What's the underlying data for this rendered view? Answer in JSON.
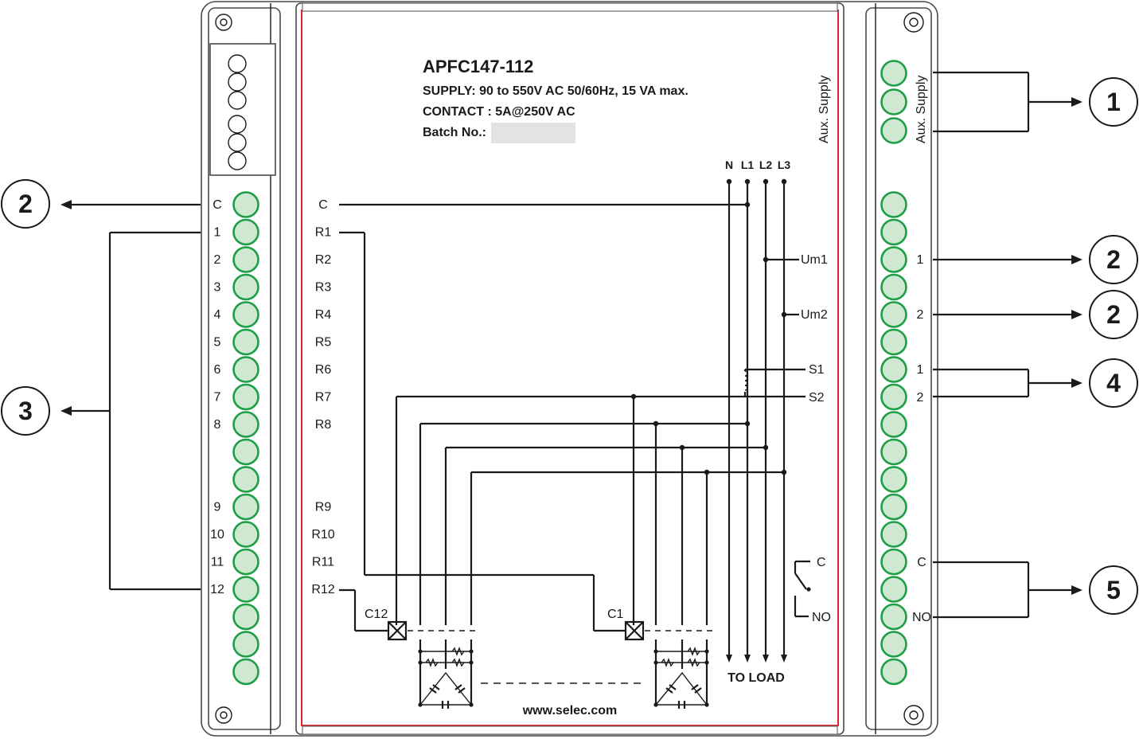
{
  "device": {
    "model": "APFC147-112",
    "supply": "SUPPLY: 90 to 550V AC 50/60Hz, 15 VA max.",
    "contact": "CONTACT : 5A@250V AC",
    "batch_label": "Batch No.:",
    "website": "www.selec.com",
    "aux_supply_label": "Aux. Supply"
  },
  "left_terminals": {
    "labels": [
      "C",
      "1",
      "2",
      "3",
      "4",
      "5",
      "6",
      "7",
      "8",
      "",
      "9",
      "10",
      "11",
      "12"
    ]
  },
  "relay_outputs": {
    "labels": [
      "C",
      "R1",
      "R2",
      "R3",
      "R4",
      "R5",
      "R6",
      "R7",
      "R8",
      "",
      "R9",
      "R10",
      "R11",
      "R12"
    ]
  },
  "lines": {
    "labels": [
      "N",
      "L1",
      "L2",
      "L3"
    ],
    "to_load": "TO LOAD"
  },
  "measurement": {
    "um1": "Um1",
    "um2": "Um2",
    "s1": "S1",
    "s2": "S2",
    "contact_c": "C",
    "contact_no": "NO"
  },
  "capacitor_banks": {
    "first": "C12",
    "last": "C1"
  },
  "right_terminals": {
    "labels": [
      "1",
      "2",
      "1",
      "2",
      "C",
      "NO"
    ]
  },
  "callouts": [
    "2",
    "3",
    "1",
    "2",
    "2",
    "4",
    "5"
  ],
  "colors": {
    "terminal_fill": "#cfe8d2",
    "terminal_stroke": "#1e9e46",
    "panel_border": "#d9262c",
    "wire": "#1a1a1a",
    "batch_field": "#e3e3e3"
  }
}
